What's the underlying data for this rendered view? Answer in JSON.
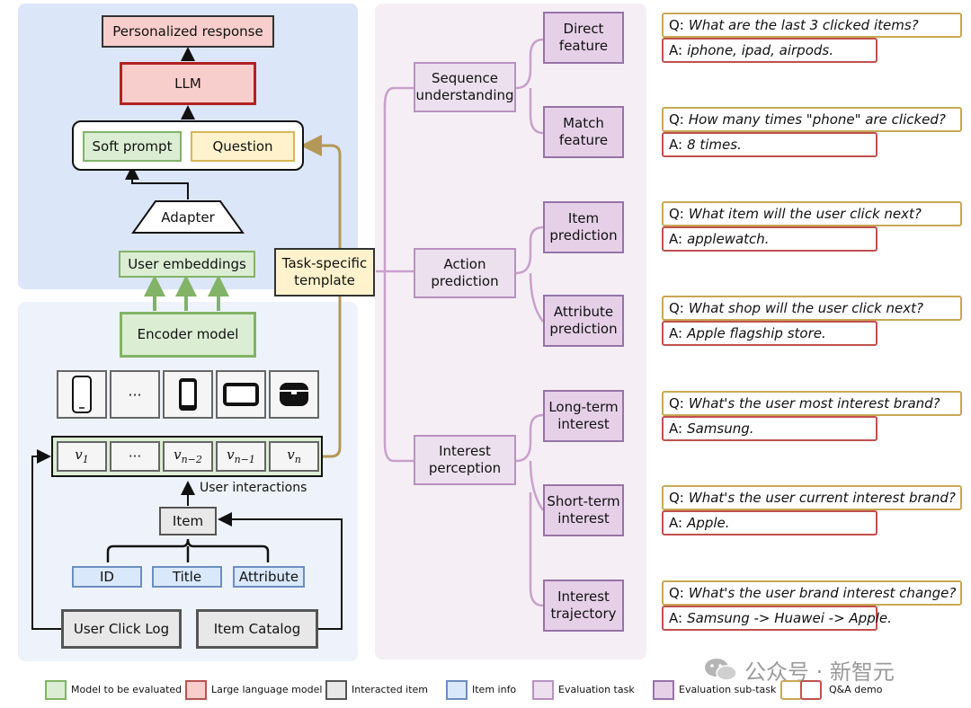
{
  "top": {
    "response": "Personalized response",
    "llm": "LLM",
    "soft_prompt": "Soft prompt",
    "question": "Question",
    "adapter": "Adapter",
    "user_embeddings": "User embeddings",
    "template": "Task-specific template"
  },
  "bottom": {
    "encoder": "Encoder model",
    "dots": "···",
    "interactions": [
      "v",
      "···",
      "v",
      "v",
      "v"
    ],
    "interaction_subs": [
      "1",
      "",
      "n−2",
      "n−1",
      "n"
    ],
    "user_interactions": "User interactions",
    "item": "Item",
    "id": "ID",
    "title": "Title",
    "attribute": "Attribute",
    "click_log": "User Click Log",
    "catalog": "Item Catalog"
  },
  "tasks": [
    {
      "label": "Sequence understanding",
      "subtasks": [
        "Direct feature",
        "Match feature"
      ]
    },
    {
      "label": "Action prediction",
      "subtasks": [
        "Item prediction",
        "Attribute prediction"
      ]
    },
    {
      "label": "Interest perception",
      "subtasks": [
        "Long-term interest",
        "Short-term interest",
        "Interest trajectory"
      ]
    }
  ],
  "qa": [
    {
      "q": "What are the last 3 clicked items?",
      "a": "iphone, ipad, airpods."
    },
    {
      "q": "How many times \"phone\" are clicked?",
      "a": "8 times."
    },
    {
      "q": "What item will the user click next?",
      "a": "applewatch."
    },
    {
      "q": "What shop will the user click next?",
      "a": "Apple flagship store."
    },
    {
      "q": "What's the user most interest brand?",
      "a": "Samsung."
    },
    {
      "q": "What's the user current interest brand?",
      "a": "Apple."
    },
    {
      "q": "What's the user brand interest change?",
      "a": "Samsung -> Huawei -> Apple."
    }
  ],
  "qa_prefix": {
    "q": "Q:",
    "a": "A:"
  },
  "legend": [
    {
      "label": "Model to be evaluated",
      "fill": "#dbeed4",
      "stroke": "#82b366"
    },
    {
      "label": "Large language model",
      "fill": "#f8cecc",
      "stroke": "#b85450"
    },
    {
      "label": "Interacted item",
      "fill": "#e8e8e8",
      "stroke": "#555555"
    },
    {
      "label": "Item info",
      "fill": "#dae8fc",
      "stroke": "#6c8ebf"
    },
    {
      "label": "Evaluation task",
      "fill": "#ece0ee",
      "stroke": "#b891bf"
    },
    {
      "label": "Evaluation sub-task",
      "fill": "#e6d0e8",
      "stroke": "#9673a6"
    },
    {
      "label": "Q&A demo",
      "fill": "#ffffff",
      "stroke": "#c8a853"
    }
  ],
  "watermark": "公众号 · 新智元",
  "colors": {
    "top_panel": "#dbe6f8",
    "bottom_panel": "#eef3fb",
    "task_panel": "#f5eff5",
    "tree": "#c9a0cc",
    "template_arrow": "#b39858",
    "green_arrow": "#82b366"
  }
}
